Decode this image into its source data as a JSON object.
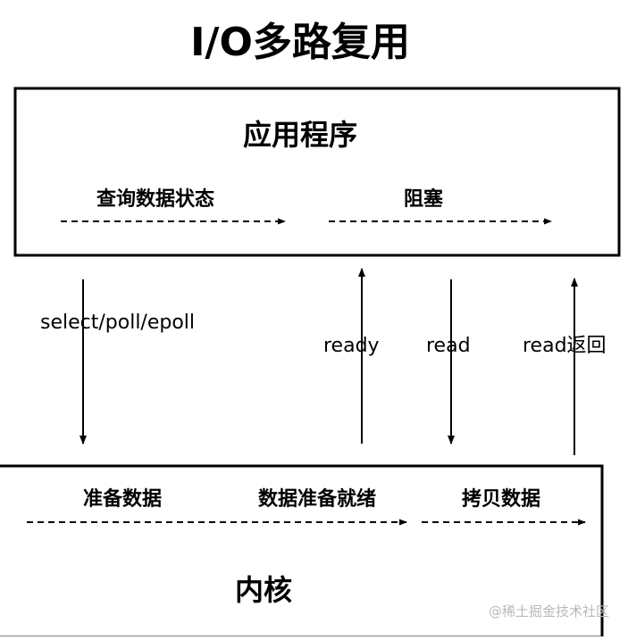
{
  "title": "I/O多路复用",
  "app_box": {
    "label": "应用程序",
    "phase_query": "查询数据状态",
    "phase_block": "阻塞"
  },
  "kernel_box": {
    "label": "内核",
    "phase_prepare": "准备数据",
    "phase_ready": "数据准备就绪",
    "phase_copy": "拷贝数据"
  },
  "calls": {
    "select_poll_epoll": "select/poll/epoll",
    "ready": "ready",
    "read": "read",
    "read_return": "read返回"
  },
  "watermark": "@稀土掘金技术社区",
  "colors": {
    "line": "#000000",
    "text": "#000000",
    "watermark": "#b8b8b8"
  }
}
